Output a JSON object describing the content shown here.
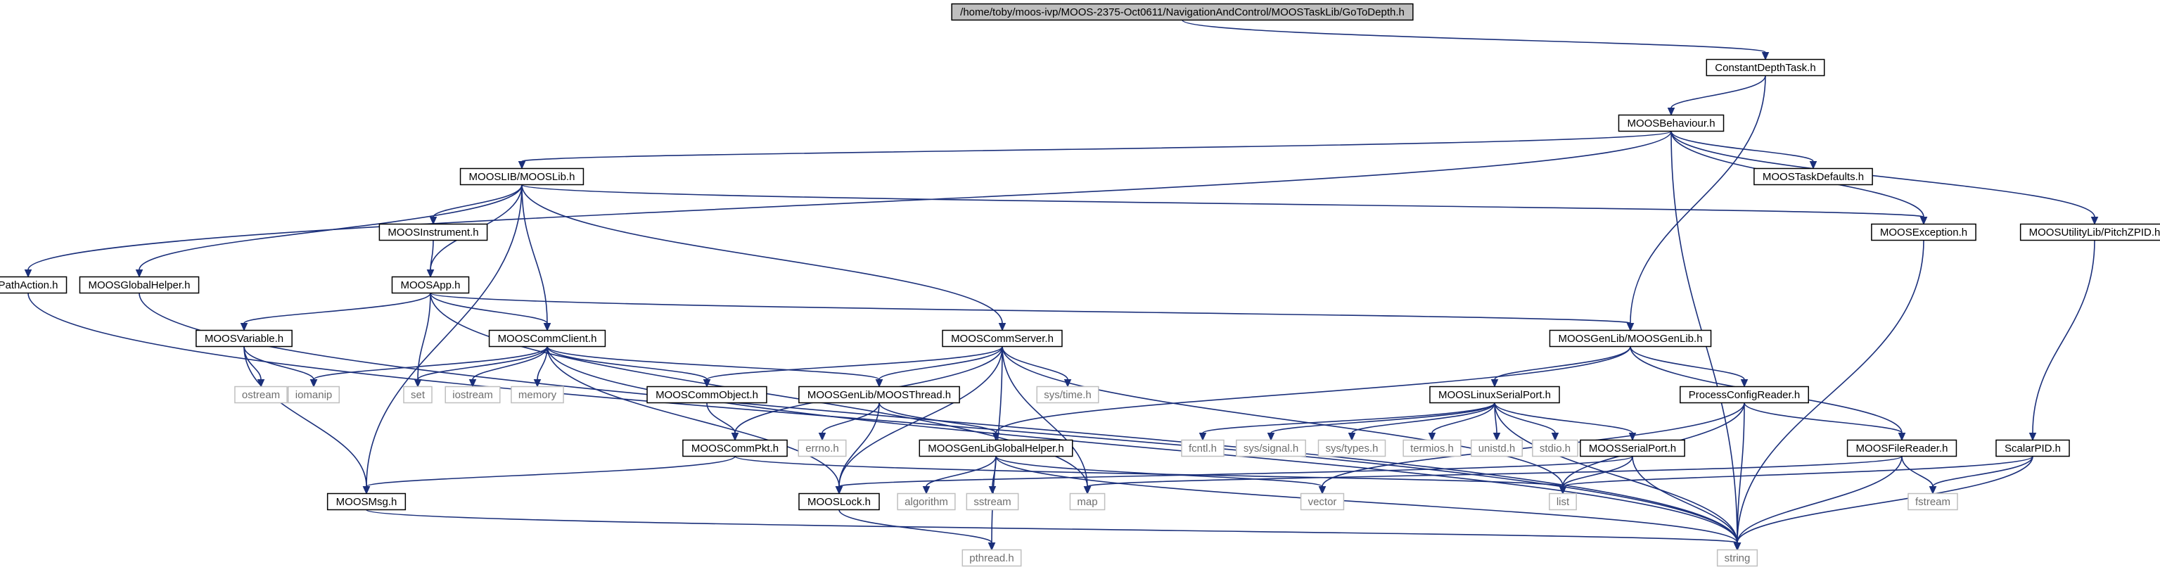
{
  "diagram": {
    "nodes": [
      {
        "id": "gotodepth",
        "label": "/home/toby/moos-ivp/MOOS-2375-Oct0611/NavigationAndControl/MOOSTaskLib/GoToDepth.h",
        "kind": "root"
      },
      {
        "id": "constdepth",
        "label": "ConstantDepthTask.h",
        "kind": "file"
      },
      {
        "id": "behaviour",
        "label": "MOOSBehaviour.h",
        "kind": "file"
      },
      {
        "id": "mooslib",
        "label": "MOOSLIB/MOOSLib.h",
        "kind": "file"
      },
      {
        "id": "taskdefaults",
        "label": "MOOSTaskDefaults.h",
        "kind": "file"
      },
      {
        "id": "pathaction",
        "label": "PathAction.h",
        "kind": "file"
      },
      {
        "id": "globalhelper",
        "label": "MOOSGlobalHelper.h",
        "kind": "file"
      },
      {
        "id": "instrument",
        "label": "MOOSInstrument.h",
        "kind": "file"
      },
      {
        "id": "exception",
        "label": "MOOSException.h",
        "kind": "file"
      },
      {
        "id": "pitchzpid",
        "label": "MOOSUtilityLib/PitchZPID.h",
        "kind": "file"
      },
      {
        "id": "moosapp",
        "label": "MOOSApp.h",
        "kind": "file"
      },
      {
        "id": "variable",
        "label": "MOOSVariable.h",
        "kind": "file"
      },
      {
        "id": "commclient",
        "label": "MOOSCommClient.h",
        "kind": "file"
      },
      {
        "id": "commserver",
        "label": "MOOSCommServer.h",
        "kind": "file"
      },
      {
        "id": "genlib",
        "label": "MOOSGenLib/MOOSGenLib.h",
        "kind": "file"
      },
      {
        "id": "ostream",
        "label": "ostream",
        "kind": "sys"
      },
      {
        "id": "iomanip",
        "label": "iomanip",
        "kind": "sys"
      },
      {
        "id": "set",
        "label": "set",
        "kind": "sys"
      },
      {
        "id": "iostream",
        "label": "iostream",
        "kind": "sys"
      },
      {
        "id": "memory",
        "label": "memory",
        "kind": "sys"
      },
      {
        "id": "commobject",
        "label": "MOOSCommObject.h",
        "kind": "file"
      },
      {
        "id": "moosthread",
        "label": "MOOSGenLib/MOOSThread.h",
        "kind": "file"
      },
      {
        "id": "systime",
        "label": "sys/time.h",
        "kind": "sys"
      },
      {
        "id": "linuxserial",
        "label": "MOOSLinuxSerialPort.h",
        "kind": "file"
      },
      {
        "id": "procconfig",
        "label": "ProcessConfigReader.h",
        "kind": "file"
      },
      {
        "id": "fcntl",
        "label": "fcntl.h",
        "kind": "sys"
      },
      {
        "id": "syssignal",
        "label": "sys/signal.h",
        "kind": "sys"
      },
      {
        "id": "systypes",
        "label": "sys/types.h",
        "kind": "sys"
      },
      {
        "id": "termios",
        "label": "termios.h",
        "kind": "sys"
      },
      {
        "id": "unistd",
        "label": "unistd.h",
        "kind": "sys"
      },
      {
        "id": "stdio",
        "label": "stdio.h",
        "kind": "sys"
      },
      {
        "id": "serialport",
        "label": "MOOSSerialPort.h",
        "kind": "file"
      },
      {
        "id": "filereader",
        "label": "MOOSFileReader.h",
        "kind": "file"
      },
      {
        "id": "scalarpid",
        "label": "ScalarPID.h",
        "kind": "file"
      },
      {
        "id": "commpkt",
        "label": "MOOSCommPkt.h",
        "kind": "file"
      },
      {
        "id": "errno",
        "label": "errno.h",
        "kind": "sys"
      },
      {
        "id": "genlibhelper",
        "label": "MOOSGenLibGlobalHelper.h",
        "kind": "file"
      },
      {
        "id": "moosmsg",
        "label": "MOOSMsg.h",
        "kind": "file"
      },
      {
        "id": "mooslock",
        "label": "MOOSLock.h",
        "kind": "file"
      },
      {
        "id": "algorithm",
        "label": "algorithm",
        "kind": "sys"
      },
      {
        "id": "sstream",
        "label": "sstream",
        "kind": "sys"
      },
      {
        "id": "map",
        "label": "map",
        "kind": "sys"
      },
      {
        "id": "vector",
        "label": "vector",
        "kind": "sys"
      },
      {
        "id": "list",
        "label": "list",
        "kind": "sys"
      },
      {
        "id": "fstream",
        "label": "fstream",
        "kind": "sys"
      },
      {
        "id": "pthread",
        "label": "pthread.h",
        "kind": "sys"
      },
      {
        "id": "string",
        "label": "string",
        "kind": "sys"
      }
    ],
    "edges": [
      [
        "gotodepth",
        "constdepth"
      ],
      [
        "constdepth",
        "behaviour"
      ],
      [
        "constdepth",
        "genlib"
      ],
      [
        "behaviour",
        "mooslib"
      ],
      [
        "behaviour",
        "taskdefaults"
      ],
      [
        "behaviour",
        "pathaction"
      ],
      [
        "behaviour",
        "pitchzpid"
      ],
      [
        "behaviour",
        "exception"
      ],
      [
        "behaviour",
        "string"
      ],
      [
        "mooslib",
        "globalhelper"
      ],
      [
        "mooslib",
        "instrument"
      ],
      [
        "mooslib",
        "moosapp"
      ],
      [
        "mooslib",
        "commclient"
      ],
      [
        "mooslib",
        "commserver"
      ],
      [
        "mooslib",
        "moosmsg"
      ],
      [
        "mooslib",
        "exception"
      ],
      [
        "pathaction",
        "string"
      ],
      [
        "globalhelper",
        "string"
      ],
      [
        "instrument",
        "moosapp"
      ],
      [
        "exception",
        "string"
      ],
      [
        "pitchzpid",
        "scalarpid"
      ],
      [
        "moosapp",
        "variable"
      ],
      [
        "moosapp",
        "commclient"
      ],
      [
        "moosapp",
        "set"
      ],
      [
        "moosapp",
        "map"
      ],
      [
        "moosapp",
        "genlib"
      ],
      [
        "variable",
        "ostream"
      ],
      [
        "variable",
        "iomanip"
      ],
      [
        "variable",
        "moosmsg"
      ],
      [
        "commclient",
        "iomanip"
      ],
      [
        "commclient",
        "set"
      ],
      [
        "commclient",
        "iostream"
      ],
      [
        "commclient",
        "memory"
      ],
      [
        "commclient",
        "commobject"
      ],
      [
        "commclient",
        "moosthread"
      ],
      [
        "commclient",
        "mooslock"
      ],
      [
        "commclient",
        "string"
      ],
      [
        "commserver",
        "commobject"
      ],
      [
        "commserver",
        "moosthread"
      ],
      [
        "commserver",
        "systime"
      ],
      [
        "commserver",
        "commpkt"
      ],
      [
        "commserver",
        "mooslock"
      ],
      [
        "commserver",
        "map"
      ],
      [
        "commserver",
        "list"
      ],
      [
        "commserver",
        "pthread"
      ],
      [
        "commobject",
        "commpkt"
      ],
      [
        "moosthread",
        "errno"
      ],
      [
        "moosthread",
        "mooslock"
      ],
      [
        "moosthread",
        "genlibhelper"
      ],
      [
        "commpkt",
        "moosmsg"
      ],
      [
        "commpkt",
        "list"
      ],
      [
        "genlib",
        "genlibhelper"
      ],
      [
        "genlib",
        "linuxserial"
      ],
      [
        "genlib",
        "procconfig"
      ],
      [
        "genlib",
        "filereader"
      ],
      [
        "linuxserial",
        "fcntl"
      ],
      [
        "linuxserial",
        "syssignal"
      ],
      [
        "linuxserial",
        "systypes"
      ],
      [
        "linuxserial",
        "termios"
      ],
      [
        "linuxserial",
        "unistd"
      ],
      [
        "linuxserial",
        "stdio"
      ],
      [
        "linuxserial",
        "serialport"
      ],
      [
        "linuxserial",
        "string"
      ],
      [
        "procconfig",
        "filereader"
      ],
      [
        "procconfig",
        "vector"
      ],
      [
        "procconfig",
        "list"
      ],
      [
        "procconfig",
        "string"
      ],
      [
        "serialport",
        "mooslock"
      ],
      [
        "serialport",
        "list"
      ],
      [
        "serialport",
        "string"
      ],
      [
        "filereader",
        "map"
      ],
      [
        "filereader",
        "fstream"
      ],
      [
        "filereader",
        "string"
      ],
      [
        "scalarpid",
        "list"
      ],
      [
        "scalarpid",
        "fstream"
      ],
      [
        "scalarpid",
        "string"
      ],
      [
        "genlibhelper",
        "algorithm"
      ],
      [
        "genlibhelper",
        "sstream"
      ],
      [
        "genlibhelper",
        "vector"
      ],
      [
        "genlibhelper",
        "string"
      ],
      [
        "moosmsg",
        "string"
      ],
      [
        "mooslock",
        "pthread"
      ]
    ]
  }
}
